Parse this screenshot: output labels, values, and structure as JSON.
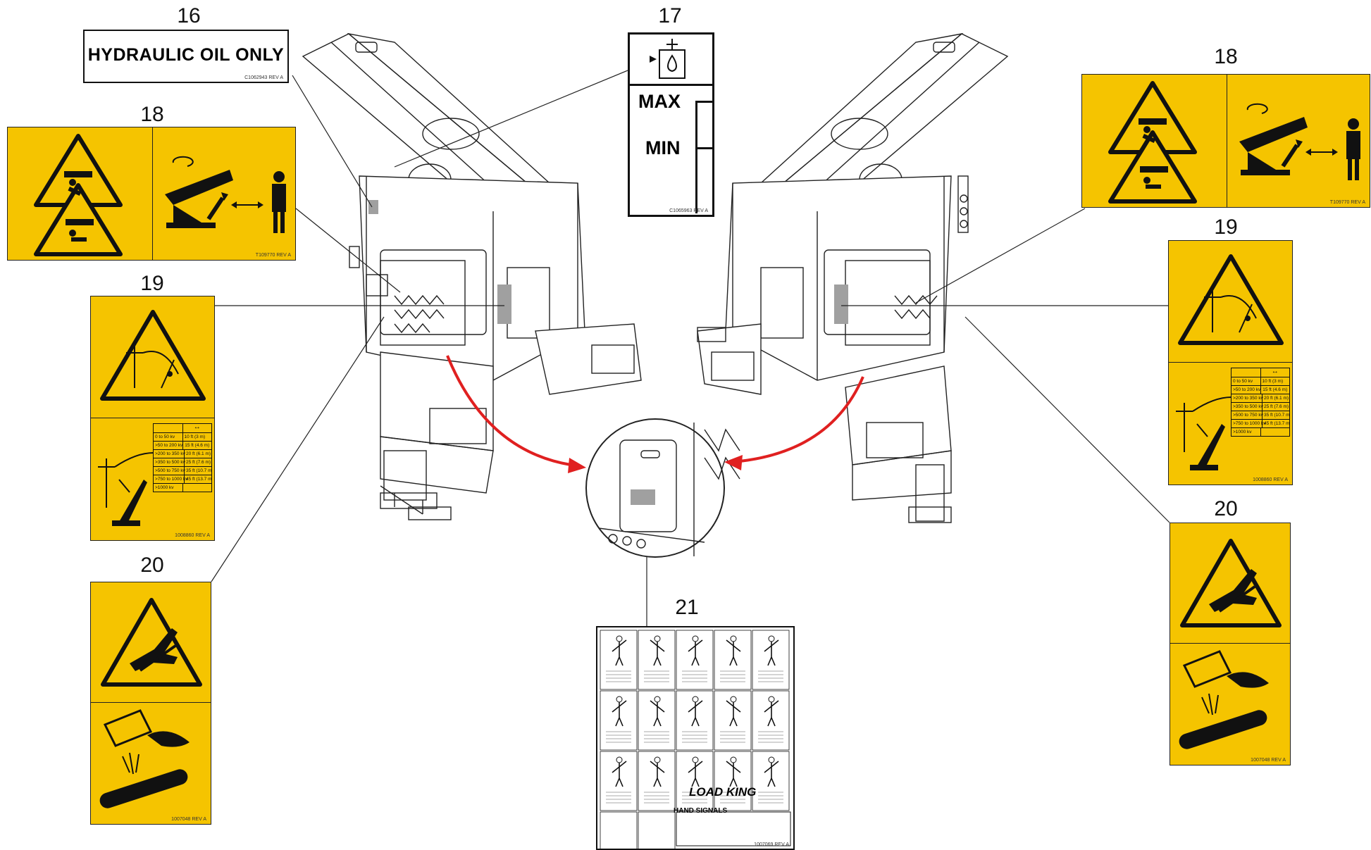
{
  "callouts": {
    "c16": "16",
    "c17": "17",
    "c18_left": "18",
    "c18_right": "18",
    "c19_left": "19",
    "c19_right": "19",
    "c20_left": "20",
    "c20_right": "20",
    "c21": "21"
  },
  "decal16": {
    "text": "HYDRAULIC OIL ONLY",
    "rev": "C1062943 REV A"
  },
  "decal17": {
    "max": "MAX",
    "min": "MIN",
    "rev": "C1065963 REV A"
  },
  "decal18": {
    "rev": "T109770 REV A"
  },
  "decal19": {
    "rev": "1008860 REV A",
    "table": [
      [
        "0 to 50 kv",
        "10 ft (3 m)"
      ],
      [
        ">50 to 200 kv",
        "15 ft (4.6 m)"
      ],
      [
        ">200 to 350 kv",
        "20 ft (6.1 m)"
      ],
      [
        ">350 to 500 kv",
        "25 ft (7.6 m)"
      ],
      [
        ">500 to 750 kv",
        "35 ft (10.7 m)"
      ],
      [
        ">750 to 1000 kv",
        "45 ft (13.7 m)"
      ],
      [
        ">1000 kv",
        ""
      ]
    ]
  },
  "decal20": {
    "rev": "1007048 REV A"
  },
  "decal21": {
    "logo": "LOAD KING",
    "title": "HAND SIGNALS",
    "rev": "1007069 REV A"
  },
  "colors": {
    "decal_yellow": "#f5c400",
    "arrow_red": "#e02020",
    "label_gray": "#a0a0a0"
  },
  "icons": [
    "crush-hazard-icon",
    "swing-boom-icon",
    "electrocution-hazard-icon",
    "pinch-hazard-icon",
    "hot-fluid-injection-icon",
    "oil-reservoir-icon",
    "hand-signal-figure-icon"
  ]
}
